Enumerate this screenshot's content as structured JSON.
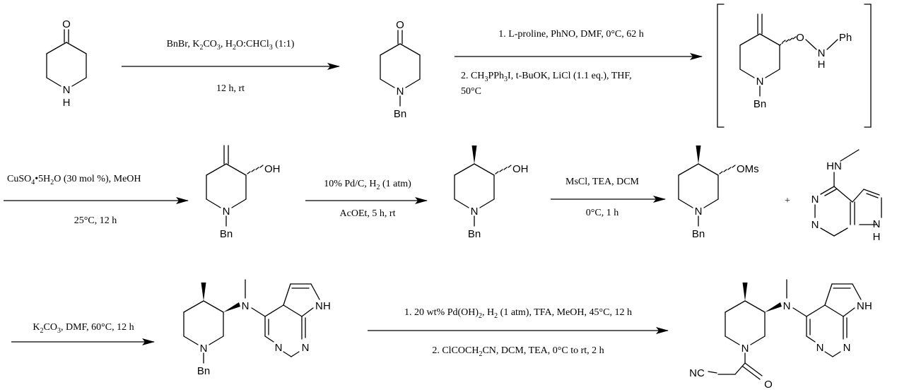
{
  "reagents": {
    "step1_above": [
      "BnBr, K",
      "2",
      "CO",
      "3",
      ", H",
      "2",
      "O:CHCl",
      "3",
      " (1:1)"
    ],
    "step1_below": "12 h, rt",
    "step2_line1": "1. L-proline, PhNO, DMF, 0°C, 62 h",
    "step2_line2": [
      "2. CH",
      "3",
      "PPh",
      "3",
      "I, t-BuOK, LiCl (1.1 eq.), THF,"
    ],
    "step2_line3": "50°C",
    "step3_above": [
      "CuSO",
      "4",
      "•5H",
      "2",
      "O (30 mol %), MeOH"
    ],
    "step3_below": "25°C, 12 h",
    "step4_above": [
      "10% Pd/C, H",
      "2",
      " (1 atm)"
    ],
    "step4_below": "AcOEt, 5 h, rt",
    "step5_above": "MsCl, TEA, DCM",
    "step5_below": "0°C, 1 h",
    "plus": "+",
    "step6_above": [
      "K",
      "2",
      "CO",
      "3",
      ", DMF, 60°C, 12 h"
    ],
    "step7_line1": [
      "1. 20 wt% Pd(OH)",
      "2",
      ", H",
      "2",
      " (1 atm), TFA, MeOH, 45°C, 12 h"
    ],
    "step7_line2": [
      "2. ClCOCH",
      "2",
      "CN, DCM, TEA, 0°C to rt, 2 h"
    ]
  },
  "atoms": {
    "O": "O",
    "N": "N",
    "H": "H",
    "Bn": "Bn",
    "Ph": "Ph",
    "OH": "OH",
    "OMs": "OMs",
    "HN": "HN",
    "NC": "NC"
  }
}
